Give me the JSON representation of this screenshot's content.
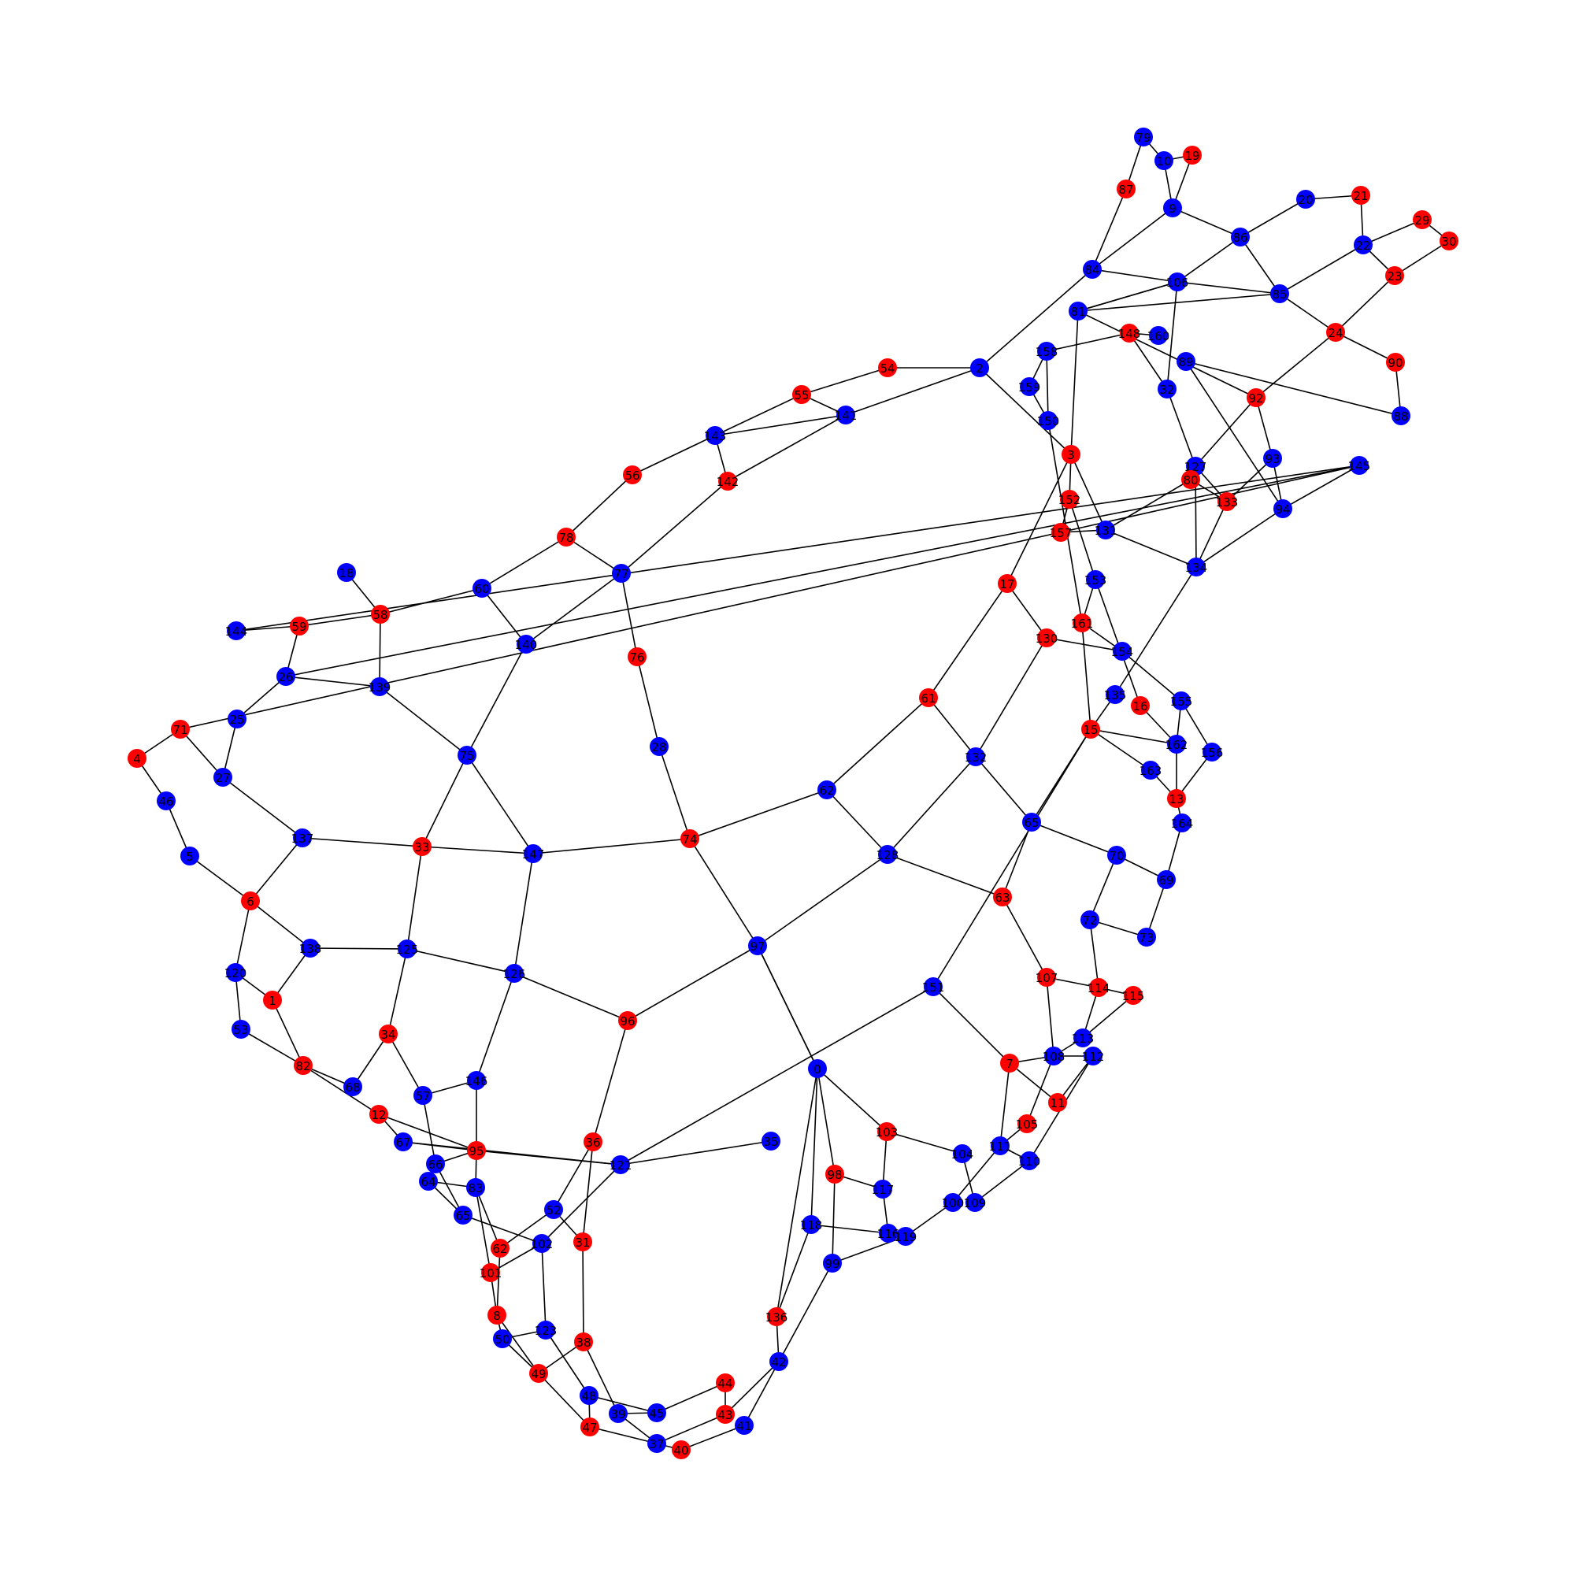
{
  "colors": {
    "red": "#ff0000",
    "blue": "#0000ff",
    "edge": "#000000"
  },
  "nodes": [
    {
      "id": "79",
      "c": "blue"
    },
    {
      "id": "10",
      "c": "blue"
    },
    {
      "id": "19",
      "c": "red"
    },
    {
      "id": "87",
      "c": "red"
    },
    {
      "id": "9",
      "c": "blue"
    },
    {
      "id": "20",
      "c": "blue"
    },
    {
      "id": "21",
      "c": "red"
    },
    {
      "id": "86",
      "c": "blue"
    },
    {
      "id": "22",
      "c": "blue"
    },
    {
      "id": "29",
      "c": "red"
    },
    {
      "id": "30",
      "c": "red"
    },
    {
      "id": "23",
      "c": "red"
    },
    {
      "id": "84",
      "c": "blue"
    },
    {
      "id": "106",
      "c": "blue"
    },
    {
      "id": "85",
      "c": "blue"
    },
    {
      "id": "24",
      "c": "red"
    },
    {
      "id": "90",
      "c": "red"
    },
    {
      "id": "89",
      "c": "blue"
    },
    {
      "id": "88",
      "c": "blue"
    },
    {
      "id": "148",
      "c": "red"
    },
    {
      "id": "160",
      "c": "blue"
    },
    {
      "id": "81",
      "c": "blue"
    },
    {
      "id": "92",
      "c": "red"
    },
    {
      "id": "32",
      "c": "blue"
    },
    {
      "id": "54",
      "c": "red"
    },
    {
      "id": "2",
      "c": "blue"
    },
    {
      "id": "55",
      "c": "red"
    },
    {
      "id": "141",
      "c": "blue"
    },
    {
      "id": "158",
      "c": "blue"
    },
    {
      "id": "159",
      "c": "blue"
    },
    {
      "id": "150",
      "c": "blue"
    },
    {
      "id": "3",
      "c": "red"
    },
    {
      "id": "133",
      "c": "red"
    },
    {
      "id": "93",
      "c": "blue"
    },
    {
      "id": "94",
      "c": "blue"
    },
    {
      "id": "127",
      "c": "blue"
    },
    {
      "id": "80",
      "c": "red"
    },
    {
      "id": "143",
      "c": "blue"
    },
    {
      "id": "142",
      "c": "red"
    },
    {
      "id": "56",
      "c": "red"
    },
    {
      "id": "152",
      "c": "red"
    },
    {
      "id": "157",
      "c": "red"
    },
    {
      "id": "131",
      "c": "blue"
    },
    {
      "id": "78",
      "c": "red"
    },
    {
      "id": "77",
      "c": "blue"
    },
    {
      "id": "134",
      "c": "blue"
    },
    {
      "id": "18",
      "c": "blue"
    },
    {
      "id": "58",
      "c": "red"
    },
    {
      "id": "60",
      "c": "blue"
    },
    {
      "id": "17",
      "c": "red"
    },
    {
      "id": "153",
      "c": "blue"
    },
    {
      "id": "161",
      "c": "red"
    },
    {
      "id": "144",
      "c": "blue"
    },
    {
      "id": "59",
      "c": "red"
    },
    {
      "id": "130",
      "c": "red"
    },
    {
      "id": "154",
      "c": "blue"
    },
    {
      "id": "140",
      "c": "blue"
    },
    {
      "id": "76",
      "c": "red"
    },
    {
      "id": "145",
      "c": "blue"
    },
    {
      "id": "26",
      "c": "blue"
    },
    {
      "id": "139",
      "c": "blue"
    },
    {
      "id": "61",
      "c": "red"
    },
    {
      "id": "135",
      "c": "blue"
    },
    {
      "id": "16",
      "c": "red"
    },
    {
      "id": "155",
      "c": "blue"
    },
    {
      "id": "71",
      "c": "red"
    },
    {
      "id": "25",
      "c": "blue"
    },
    {
      "id": "15",
      "c": "red"
    },
    {
      "id": "162",
      "c": "blue"
    },
    {
      "id": "156",
      "c": "blue"
    },
    {
      "id": "4",
      "c": "red"
    },
    {
      "id": "28",
      "c": "blue"
    },
    {
      "id": "75",
      "c": "blue"
    },
    {
      "id": "132",
      "c": "blue"
    },
    {
      "id": "62",
      "c": "blue"
    },
    {
      "id": "163",
      "c": "blue"
    },
    {
      "id": "27",
      "c": "blue"
    },
    {
      "id": "13",
      "c": "red"
    },
    {
      "id": "46",
      "c": "blue"
    },
    {
      "id": "164",
      "c": "blue"
    },
    {
      "id": "65",
      "c": "blue"
    },
    {
      "id": "137",
      "c": "blue"
    },
    {
      "id": "33",
      "c": "red"
    },
    {
      "id": "147",
      "c": "blue"
    },
    {
      "id": "74",
      "c": "red"
    },
    {
      "id": "5",
      "c": "blue"
    },
    {
      "id": "128",
      "c": "blue"
    },
    {
      "id": "70",
      "c": "blue"
    },
    {
      "id": "69",
      "c": "blue"
    },
    {
      "id": "6",
      "c": "red"
    },
    {
      "id": "63",
      "c": "red"
    },
    {
      "id": "72",
      "c": "blue"
    },
    {
      "id": "73",
      "c": "blue"
    },
    {
      "id": "138",
      "c": "blue"
    },
    {
      "id": "125",
      "c": "blue"
    },
    {
      "id": "97",
      "c": "blue"
    },
    {
      "id": "120",
      "c": "blue"
    },
    {
      "id": "126",
      "c": "blue"
    },
    {
      "id": "107",
      "c": "red"
    },
    {
      "id": "114",
      "c": "red"
    },
    {
      "id": "115",
      "c": "red"
    },
    {
      "id": "151",
      "c": "blue"
    },
    {
      "id": "1",
      "c": "red"
    },
    {
      "id": "96",
      "c": "red"
    },
    {
      "id": "53",
      "c": "blue"
    },
    {
      "id": "34",
      "c": "red"
    },
    {
      "id": "113",
      "c": "blue"
    },
    {
      "id": "108",
      "c": "blue"
    },
    {
      "id": "112",
      "c": "blue"
    },
    {
      "id": "82",
      "c": "red"
    },
    {
      "id": "7",
      "c": "red"
    },
    {
      "id": "57",
      "c": "blue"
    },
    {
      "id": "11",
      "c": "red"
    },
    {
      "id": "146",
      "c": "blue"
    },
    {
      "id": "68",
      "c": "blue"
    },
    {
      "id": "0",
      "c": "blue"
    },
    {
      "id": "12",
      "c": "red"
    },
    {
      "id": "105",
      "c": "red"
    },
    {
      "id": "103",
      "c": "red"
    },
    {
      "id": "35",
      "c": "blue"
    },
    {
      "id": "67",
      "c": "blue"
    },
    {
      "id": "36",
      "c": "red"
    },
    {
      "id": "95",
      "c": "red"
    },
    {
      "id": "104",
      "c": "blue"
    },
    {
      "id": "111",
      "c": "blue"
    },
    {
      "id": "110",
      "c": "blue"
    },
    {
      "id": "98",
      "c": "red"
    },
    {
      "id": "66",
      "c": "blue"
    },
    {
      "id": "121",
      "c": "blue"
    },
    {
      "id": "64",
      "c": "blue"
    },
    {
      "id": "117",
      "c": "blue"
    },
    {
      "id": "83",
      "c": "blue"
    },
    {
      "id": "100",
      "c": "blue"
    },
    {
      "id": "109",
      "c": "blue"
    },
    {
      "id": "65b",
      "c": "blue",
      "label": "65"
    },
    {
      "id": "52",
      "c": "blue"
    },
    {
      "id": "31",
      "c": "red"
    },
    {
      "id": "102",
      "c": "blue"
    },
    {
      "id": "118",
      "c": "blue"
    },
    {
      "id": "116",
      "c": "blue"
    },
    {
      "id": "119",
      "c": "blue"
    },
    {
      "id": "62b",
      "c": "red",
      "label": "62"
    },
    {
      "id": "99",
      "c": "blue"
    },
    {
      "id": "101",
      "c": "red"
    },
    {
      "id": "8",
      "c": "red"
    },
    {
      "id": "136",
      "c": "red"
    },
    {
      "id": "50",
      "c": "blue"
    },
    {
      "id": "123",
      "c": "blue"
    },
    {
      "id": "38",
      "c": "red"
    },
    {
      "id": "49",
      "c": "red"
    },
    {
      "id": "42",
      "c": "blue"
    },
    {
      "id": "44",
      "c": "red"
    },
    {
      "id": "48",
      "c": "blue"
    },
    {
      "id": "39",
      "c": "blue"
    },
    {
      "id": "45",
      "c": "blue"
    },
    {
      "id": "43",
      "c": "red"
    },
    {
      "id": "47",
      "c": "red"
    },
    {
      "id": "37",
      "c": "blue"
    },
    {
      "id": "40",
      "c": "red"
    },
    {
      "id": "41",
      "c": "blue"
    }
  ]
}
